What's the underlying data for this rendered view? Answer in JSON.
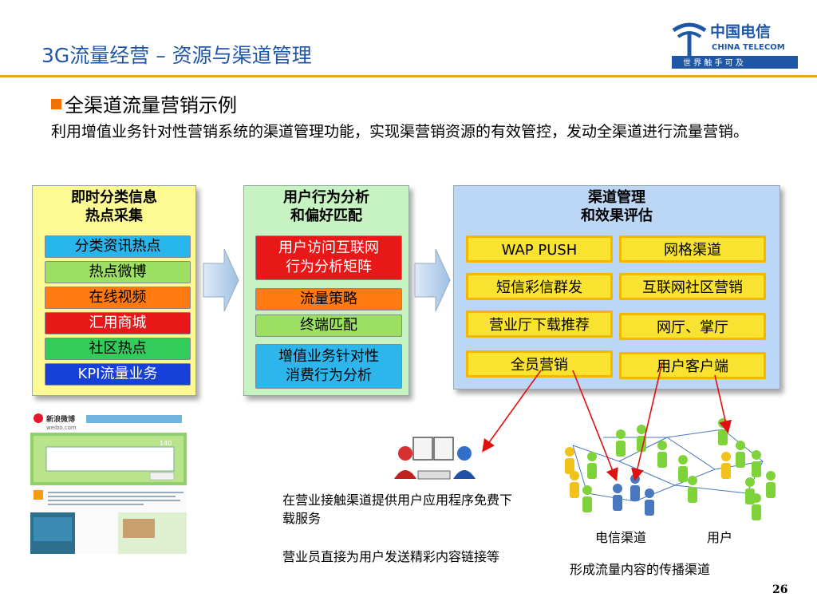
{
  "slide": {
    "title": "3G流量经营 – 资源与渠道管理",
    "section_heading": "全渠道流量营销示例",
    "intro": "利用增值业务针对性营销系统的渠道管理功能，实现渠营销资源的有效管控，发动全渠道进行流量营销。",
    "page_number": "26"
  },
  "logo": {
    "cn_name": "中国电信",
    "en_name": "CHINA TELECOM",
    "slogan": "世 界 触 手 可 及",
    "brand_color": "#1f57a6"
  },
  "panels": {
    "left": {
      "title_line1": "即时分类信息",
      "title_line2": "热点采集",
      "items": [
        {
          "label": "分类资讯热点",
          "color": "#27b6ec"
        },
        {
          "label": "热点微博",
          "color": "#9be062"
        },
        {
          "label": "在线视频",
          "color": "#ff7b12"
        },
        {
          "label": "汇用商城",
          "color": "#e81818"
        },
        {
          "label": "社区热点",
          "color": "#31cc5a"
        },
        {
          "label": "KPI流量业务",
          "color": "#1640d8"
        }
      ]
    },
    "middle": {
      "title_line1": "用户行为分析",
      "title_line2": "和偏好匹配",
      "items": [
        {
          "line1": "用户访问互联网",
          "line2": "行为分析矩阵",
          "color": "#e81818"
        },
        {
          "line1": "流量策略",
          "color": "#ff7b12"
        },
        {
          "line1": "终端匹配",
          "color": "#9be062"
        },
        {
          "line1": "增值业务针对性",
          "line2": "消费行为分析",
          "color": "#2cb6ec"
        }
      ]
    },
    "right": {
      "title_line1": "渠道管理",
      "title_line2": "和效果评估",
      "items": [
        "WAP PUSH",
        "网格渠道",
        "短信彩信群发",
        "互联网社区营销",
        "营业厅下载推荐",
        "网厅、掌厅",
        "全员营销",
        "用户客户端"
      ],
      "item_color": "#fae330"
    }
  },
  "callouts": {
    "store_download": "在营业接触渠道提供用户应用程序免费下载服务",
    "staff_push": "营业员直接为用户发送精彩内容链接等"
  },
  "network": {
    "channel_label": "电信渠道",
    "user_label": "用户",
    "caption": "形成流量内容的传播渠道"
  },
  "weibo": {
    "brand": "新浪微博",
    "domain": "weibo.com",
    "count": "140"
  },
  "colors": {
    "accent_orange": "#f0a020",
    "arrow_red": "#e01010"
  }
}
